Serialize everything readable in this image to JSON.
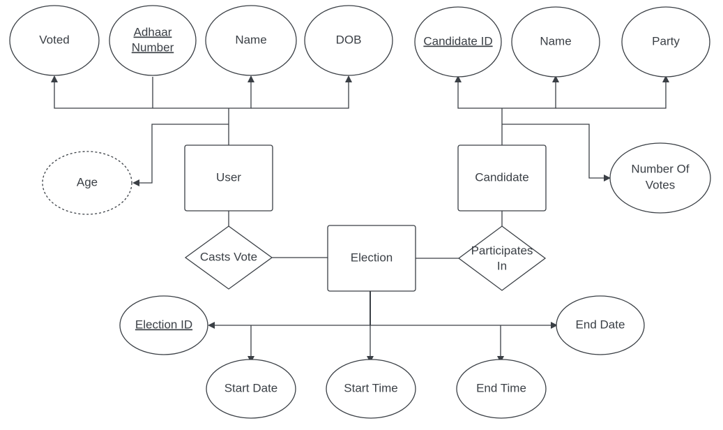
{
  "colors": {
    "stroke": "#3a3f45",
    "text": "#3a3f45",
    "background": "#ffffff"
  },
  "diagram": {
    "entities": {
      "user": "User",
      "candidate": "Candidate",
      "election": "Election"
    },
    "relationships": {
      "casts_vote": "Casts Vote",
      "participates_in": [
        "Participates",
        "In"
      ]
    },
    "attributes": {
      "voted": "Voted",
      "adhaar_number": [
        "Adhaar",
        "Number"
      ],
      "user_name": "Name",
      "dob": "DOB",
      "age": "Age",
      "candidate_id": "Candidate ID",
      "candidate_name": "Name",
      "party": "Party",
      "number_of_votes": [
        "Number Of",
        "Votes"
      ],
      "election_id": "Election ID",
      "end_date": "End Date",
      "start_date": "Start Date",
      "start_time": "Start Time",
      "end_time": "End Time"
    }
  }
}
